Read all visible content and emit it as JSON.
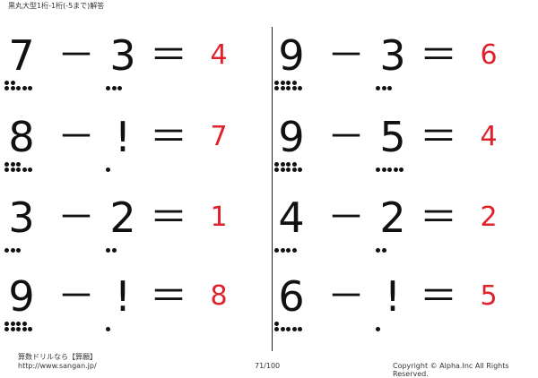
{
  "header": {
    "title": "黒丸大型1桁-1桁(-5まで)解答"
  },
  "problems": [
    {
      "a": "7",
      "op": "－",
      "b": "3",
      "eq": "＝",
      "answer": "4",
      "a_dots": 7,
      "b_dots": 3
    },
    {
      "a": "9",
      "op": "－",
      "b": "3",
      "eq": "＝",
      "answer": "6",
      "a_dots": 9,
      "b_dots": 3
    },
    {
      "a": "8",
      "op": "－",
      "b": "!",
      "eq": "＝",
      "answer": "7",
      "a_dots": 8,
      "b_dots": 1
    },
    {
      "a": "9",
      "op": "－",
      "b": "5",
      "eq": "＝",
      "answer": "4",
      "a_dots": 9,
      "b_dots": 5
    },
    {
      "a": "3",
      "op": "－",
      "b": "2",
      "eq": "＝",
      "answer": "1",
      "a_dots": 3,
      "b_dots": 2
    },
    {
      "a": "4",
      "op": "－",
      "b": "2",
      "eq": "＝",
      "answer": "2",
      "a_dots": 4,
      "b_dots": 2
    },
    {
      "a": "9",
      "op": "－",
      "b": "!",
      "eq": "＝",
      "answer": "8",
      "a_dots": 9,
      "b_dots": 1
    },
    {
      "a": "6",
      "op": "－",
      "b": "!",
      "eq": "＝",
      "answer": "5",
      "a_dots": 6,
      "b_dots": 1
    }
  ],
  "footer": {
    "site_name": "算数ドリルなら【算願】",
    "url": "http://www.sangan.jp/",
    "page": "71/100",
    "copyright": "Copyright © Alpha.Inc All Rights Reserved."
  },
  "colors": {
    "answer": "#e0202a",
    "ink": "#111111"
  }
}
